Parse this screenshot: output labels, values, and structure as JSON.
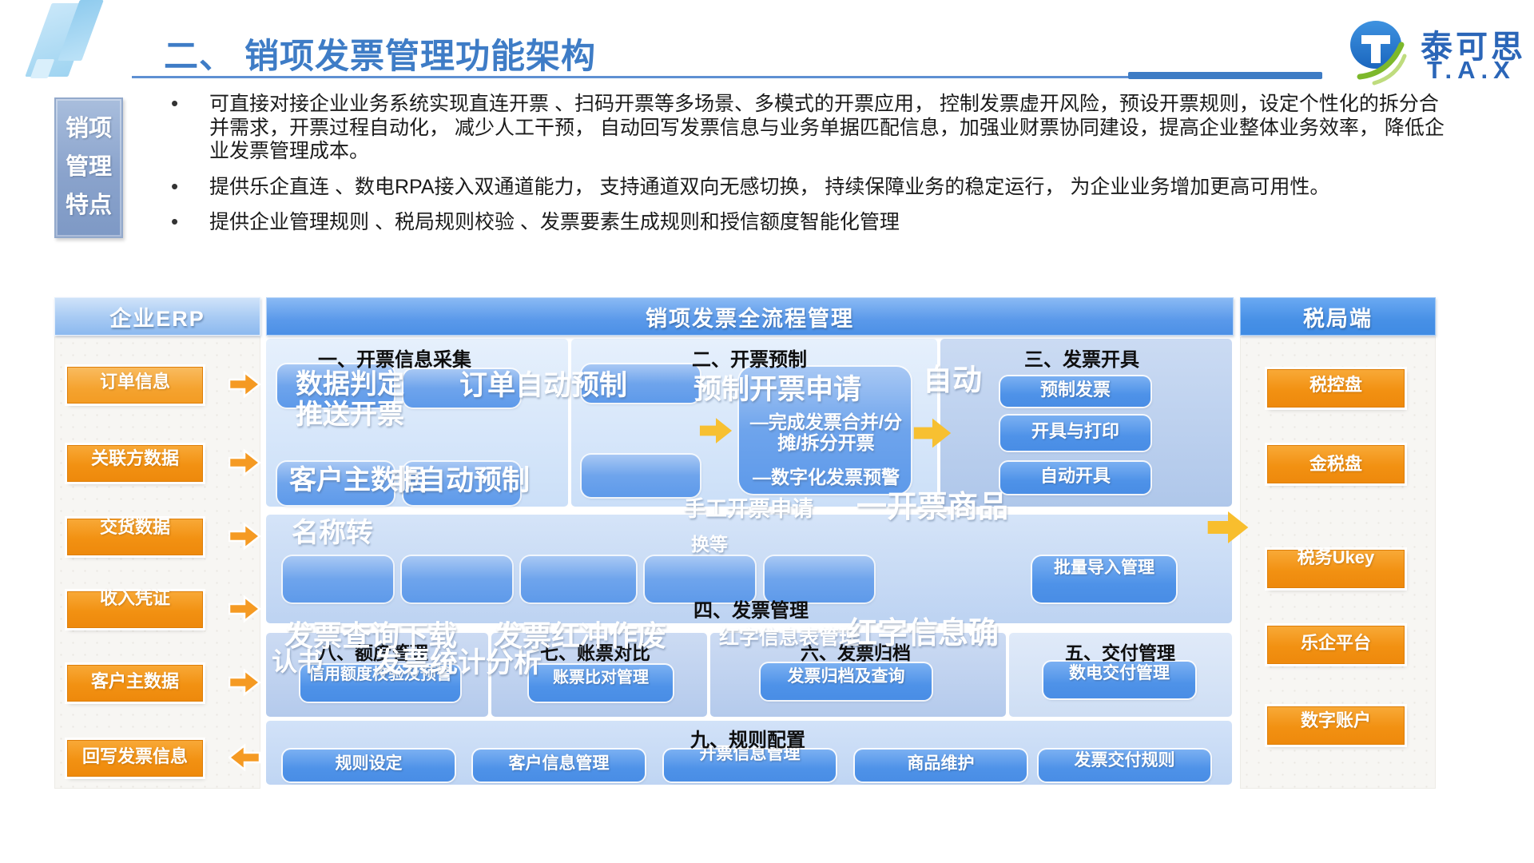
{
  "header": {
    "title": "二、 销项发票管理功能架构",
    "logo_name": "泰可思",
    "logo_sub": "T.A.X"
  },
  "features": {
    "label": "销项\n管理\n特点",
    "bullets": [
      "可直接对接企业业务系统实现直连开票 、扫码开票等多场景、多模式的开票应用， 控制发票虚开风险，预设开票规则，设定个性化的拆分合并需求，开票过程自动化， 减少人工干预， 自动回写发票信息与业务单据匹配信息，加强业财票协同建设，提高企业整体业务效率， 降低企业发票管理成本。",
      "提供乐企直连 、数电RPA接入双通道能力， 支持通道双向无感切换， 持续保障业务的稳定运行， 为企业业务增加更高可用性。",
      "提供企业管理规则 、税局规则校验 、发票要素生成规则和授信额度智能化管理"
    ]
  },
  "erp": {
    "header": "企业ERP",
    "items": [
      {
        "label": "订单信息"
      },
      {
        "label": "关联方数据"
      },
      {
        "label": "交货数据"
      },
      {
        "label": "收入凭证"
      },
      {
        "label": "客户主数据"
      },
      {
        "label": "回写发票信息"
      }
    ]
  },
  "flow": {
    "header": "销项发票全流程管理",
    "s1": {
      "title": "一、开票信息采集",
      "ov_data": "数据判定\n推送开票",
      "ov_order": "订单自动预制",
      "ov_customer": "客户主数据",
      "ov_name": "名称转",
      "ov_nonauto": "非自动预制"
    },
    "s2": {
      "title": "二、开票预制",
      "ov_pre": "预制开票申请",
      "ov_manual": "手工开票申请",
      "ov_auto": "自动",
      "ov_goods": "一开票商品",
      "big_line1": "—完成发票合并/分摊/拆分开票",
      "big_line2": "—数字化发票预警"
    },
    "s3": {
      "title": "三、发票开具",
      "boxes": [
        {
          "label": "预制发票"
        },
        {
          "label": "开具与打印"
        },
        {
          "label": "自动开具"
        }
      ]
    },
    "s4": {
      "title": "四、发票管理",
      "ov_swap": "换等",
      "box6": "批量导入管理"
    },
    "s8": {
      "title": "八、额度管理",
      "box": "信用额度校验及预警",
      "ov_query": "发票查询下载",
      "ov_confirm": "认书",
      "ov_stats": "发票统计分析"
    },
    "s7": {
      "title": "七、账票对比",
      "box": "账票比对管理",
      "ov_red": "发票红冲作废"
    },
    "s6": {
      "title": "六、发票归档",
      "box": "发票归档及查询",
      "ov_table": "红字信息表管理",
      "ov_big": "红字信息确"
    },
    "s5": {
      "title": "五、交付管理",
      "box": "数电交付管理"
    },
    "s9": {
      "title": "九、规则配置",
      "boxes": [
        {
          "label": "规则设定"
        },
        {
          "label": "客户信息管理"
        },
        {
          "label": "开票信息管理"
        },
        {
          "label": "商品维护"
        },
        {
          "label": "发票交付规则"
        }
      ]
    }
  },
  "tax": {
    "header": "税局端",
    "items": [
      {
        "label": "税控盘"
      },
      {
        "label": "金税盘"
      },
      {
        "label": "税务Ukey"
      },
      {
        "label": "乐企平台"
      },
      {
        "label": "数字账户"
      }
    ]
  },
  "colors": {
    "title_blue": "#3E7CC6",
    "accent_blue": "#4C90E6",
    "accent_orange": "#F29112",
    "arrow_yellow": "#F7C031",
    "panel_blue": "#C8DDF7"
  }
}
